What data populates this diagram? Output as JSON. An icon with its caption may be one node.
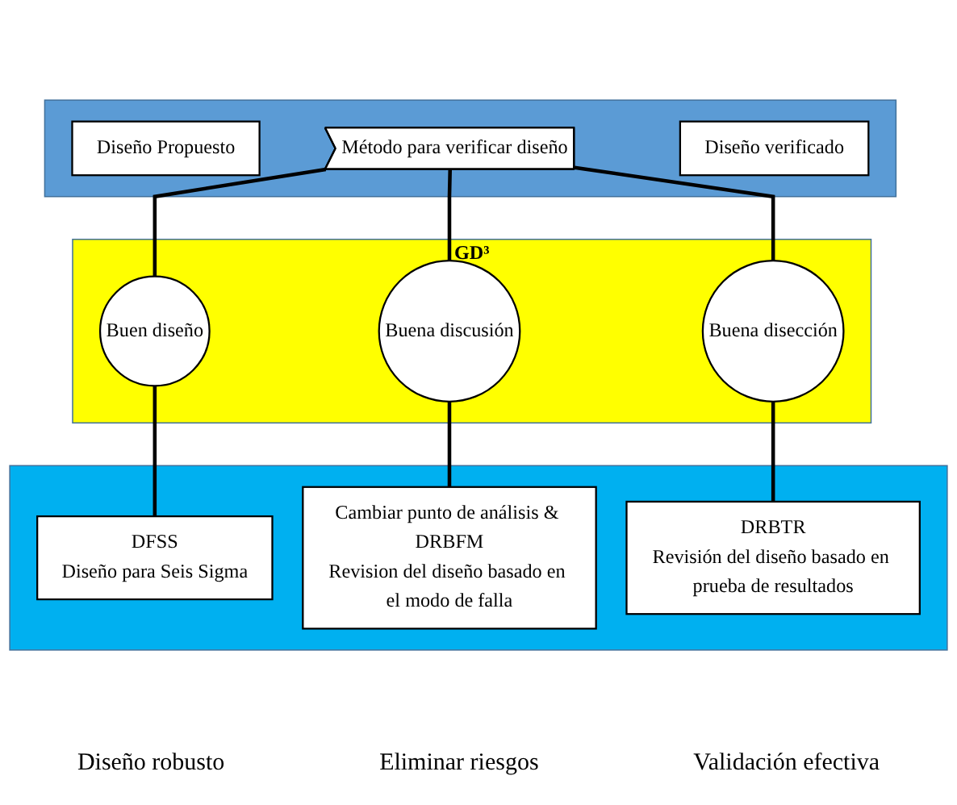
{
  "diagram": {
    "nodes": [
      {
        "text": [],
        "shape": "band"
      },
      {
        "text": [
          "Diseño Propuesto"
        ],
        "in": 0
      },
      {
        "text": [
          "Método para verificar diseño"
        ],
        "in": 0
      },
      {
        "text": [
          "Diseño verificado"
        ],
        "in": 0
      },
      {
        "text": [
          "GD³"
        ]
      },
      {
        "text": [
          "Buen diseño"
        ],
        "in": 4
      },
      {
        "text": [
          "Buena discusión"
        ],
        "in": 4
      },
      {
        "text": [
          "Buena disección"
        ],
        "in": 4
      },
      {
        "text": [],
        "shape": "band"
      },
      {
        "text": [
          "DFSS",
          "Diseño para Seis Sigma"
        ],
        "in": 8
      },
      {
        "text": [
          "Cambiar punto de análisis & DRBFM",
          "Revision del diseño basado en el modo de falla"
        ],
        "in": 8
      },
      {
        "text": [
          "DRBTR",
          "Revisión del diseño basado en prueba de resultados"
        ],
        "in": 8
      }
    ],
    "edges": [
      {
        "from": 2,
        "to": 5,
        "arrow": "none"
      },
      {
        "from": 2,
        "to": 6,
        "arrow": "none"
      },
      {
        "from": 2,
        "to": 7,
        "arrow": "none"
      },
      {
        "from": 5,
        "to": 9,
        "arrow": "none"
      },
      {
        "from": 6,
        "to": 10,
        "arrow": "none"
      },
      {
        "from": 7,
        "to": 11,
        "arrow": "none"
      }
    ],
    "labels": [
      "Diseño robusto",
      "Eliminar riesgos",
      "Validación efectiva"
    ]
  }
}
